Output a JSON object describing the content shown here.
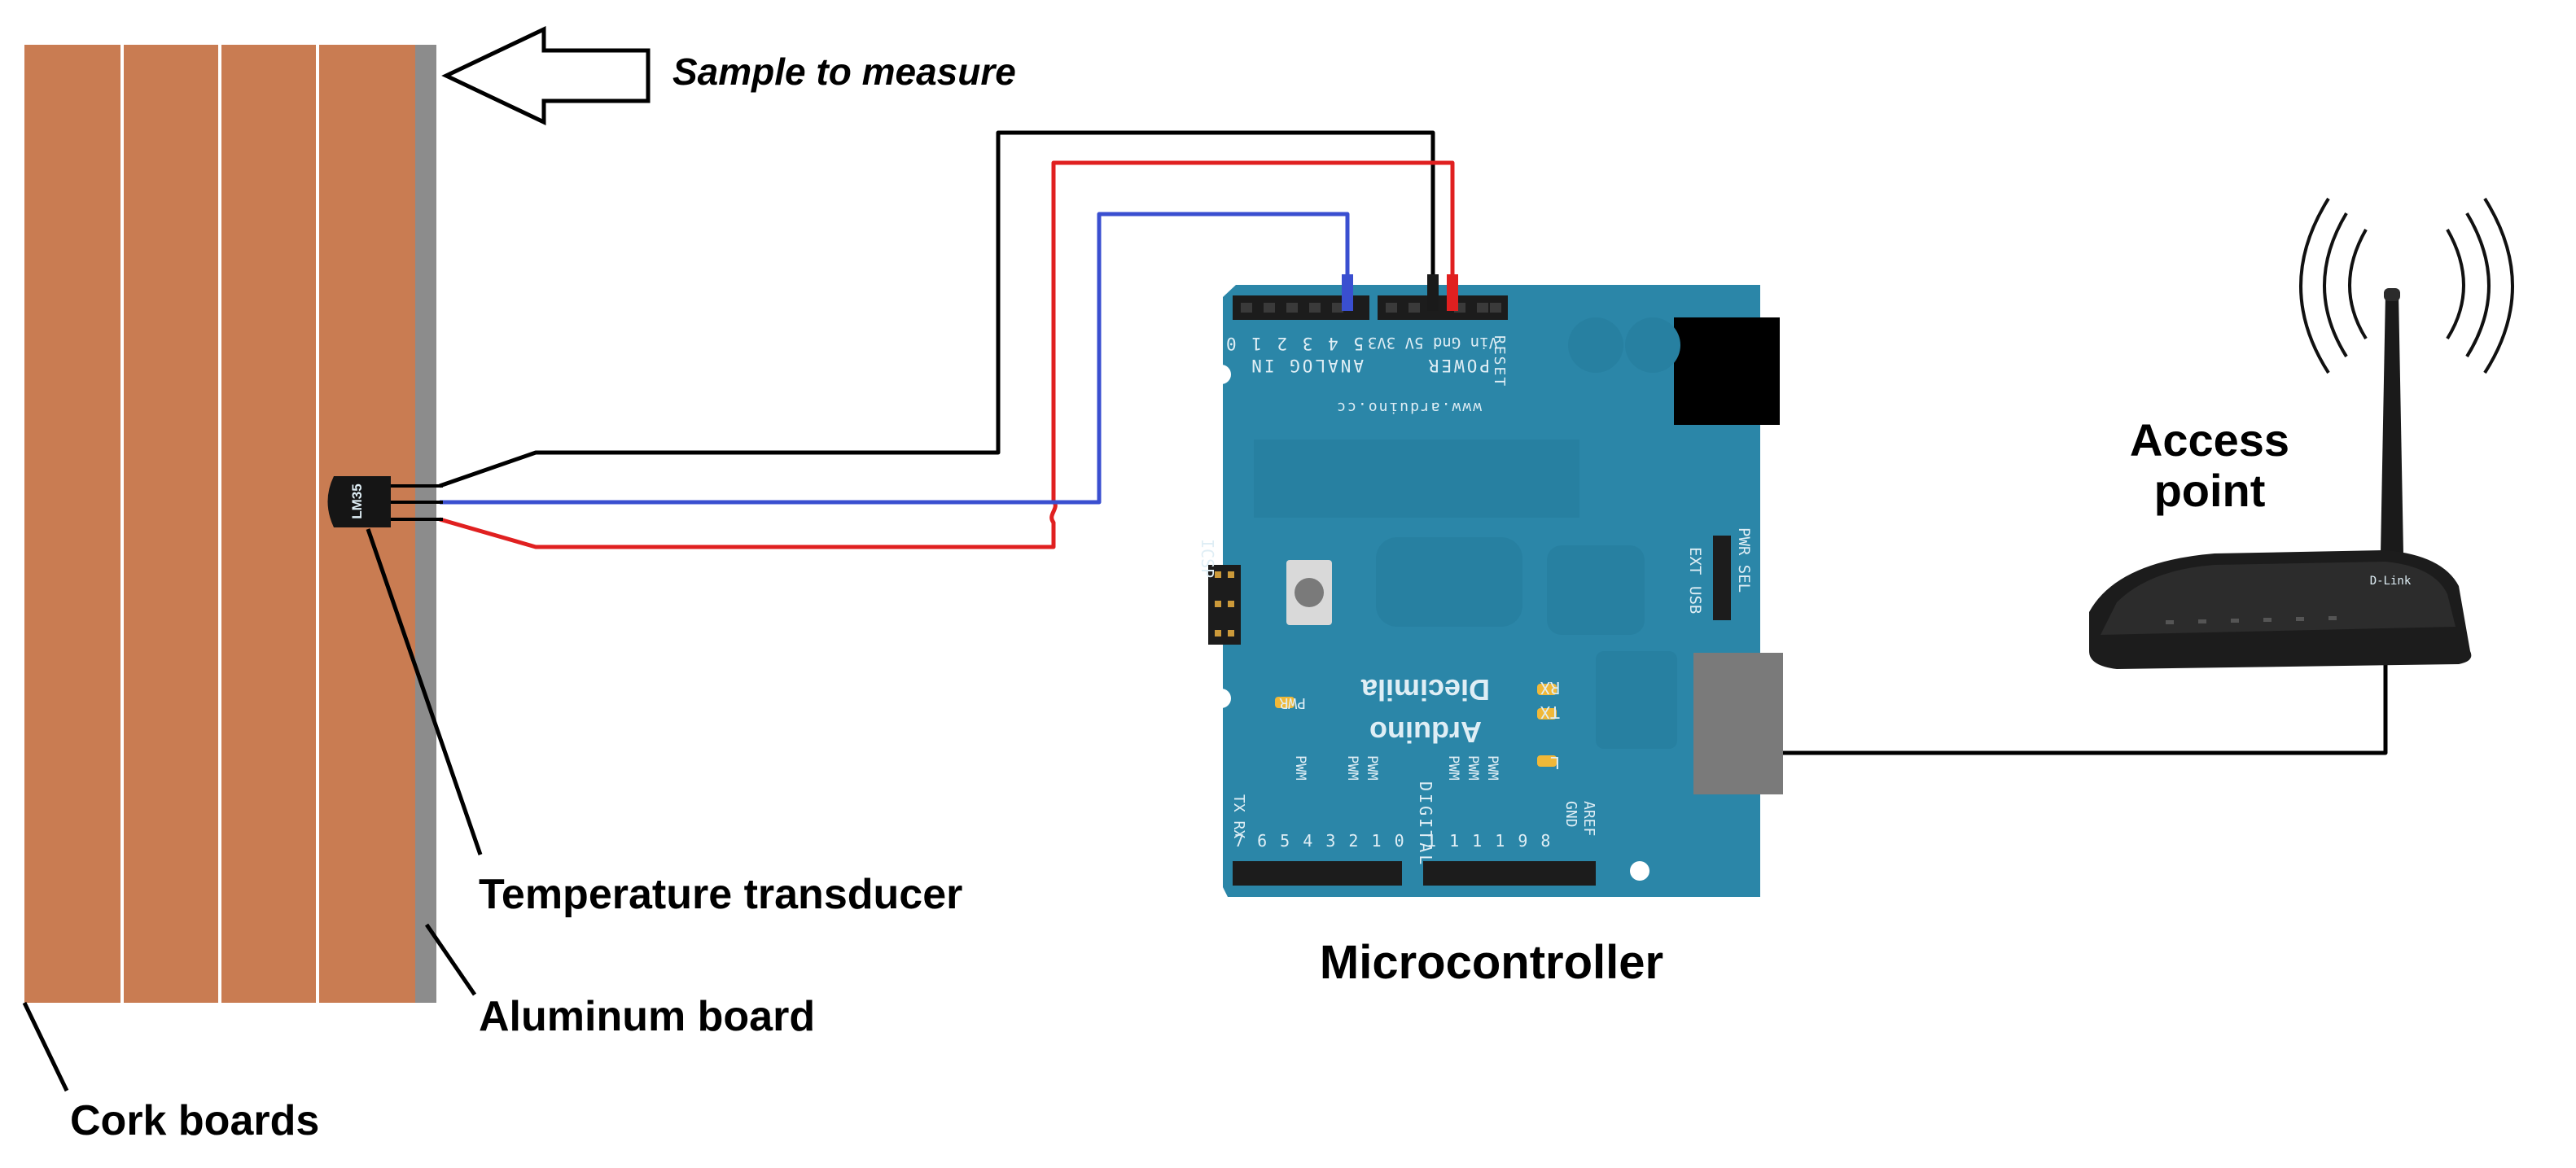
{
  "labels": {
    "sample": "Sample to measure",
    "transducer": "Temperature transducer",
    "aluminum": "Aluminum board",
    "cork": "Cork boards",
    "microcontroller": "Microcontroller",
    "access_point_line1": "Access",
    "access_point_line2": "point"
  },
  "board_silkscreen": {
    "analog_pins": "5 4 3 2 1 0",
    "analog_in": "ANALOG IN",
    "power_pins": "Vin Gnd 5V 3V3",
    "power": "POWER",
    "reset": "RESET",
    "website": "www.arduino.cc",
    "icsp": "ICSP",
    "pwr_sel": "PWR SEL",
    "ext": "EXT",
    "usb": "USB",
    "diecimila": "Diecimila",
    "arduino": "Arduino",
    "rx": "RX",
    "tx": "TX",
    "l": "L",
    "pwr": "PWR",
    "digital": "DIGITAL",
    "aref": "AREF",
    "gnd": "GND",
    "tx_rx": "TX RX",
    "digital_pins_a": "7 6 5 4 3 2 1 0",
    "digital_pins_b": "1 1 1 1 9 8",
    "pwm": "PWM"
  },
  "sensor_marking": "LM35",
  "router_brand": "D-Link",
  "colors": {
    "cork": "#c97c52",
    "aluminum": "#8c8c8c",
    "board": "#2b86a8",
    "wire_black": "#000000",
    "wire_red": "#e02020",
    "wire_blue": "#3a4fd0"
  }
}
